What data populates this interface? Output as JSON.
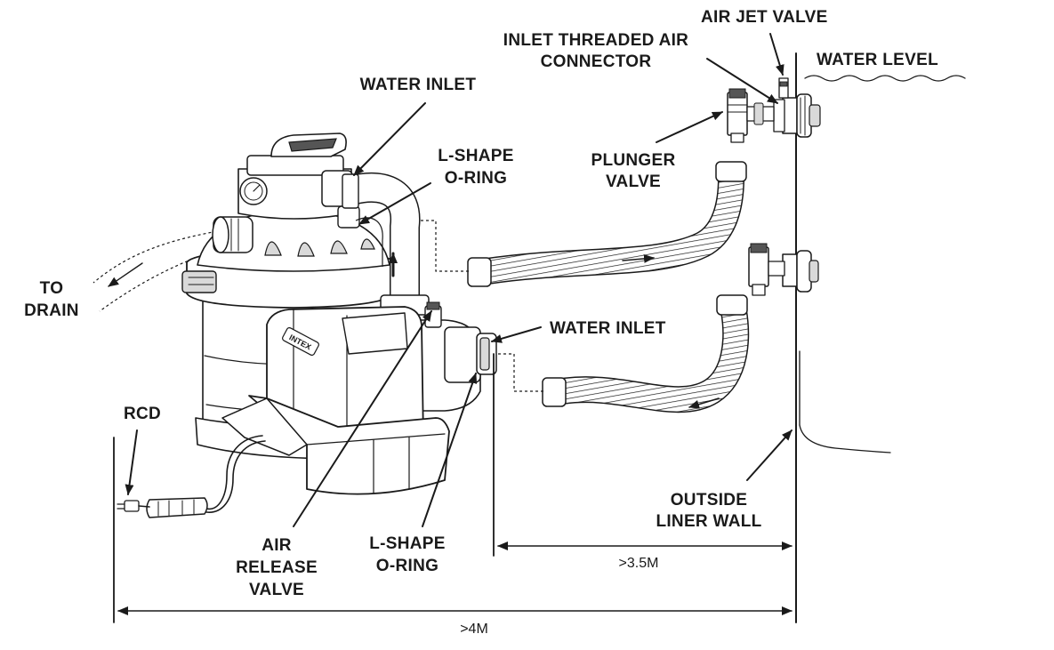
{
  "labels": {
    "air_jet_valve": "AIR JET VALVE",
    "inlet_threaded_air_connector_1": "INLET THREADED AIR",
    "inlet_threaded_air_connector_2": "CONNECTOR",
    "water_level": "WATER LEVEL",
    "water_inlet_top": "WATER INLET",
    "l_shape_oring_top_1": "L-SHAPE",
    "l_shape_oring_top_2": "O-RING",
    "plunger_valve_1": "PLUNGER",
    "plunger_valve_2": "VALVE",
    "to_drain_1": "TO",
    "to_drain_2": "DRAIN",
    "water_inlet_side": "WATER INLET",
    "rcd": "RCD",
    "outside_liner_wall_1": "OUTSIDE",
    "outside_liner_wall_2": "LINER WALL",
    "air_release_valve_1": "AIR",
    "air_release_valve_2": "RELEASE",
    "air_release_valve_3": "VALVE",
    "l_shape_oring_bottom_1": "L-SHAPE",
    "l_shape_oring_bottom_2": "O-RING"
  },
  "dimensions": {
    "pump_to_wall": ">3.5M",
    "rcd_to_wall": ">4M"
  },
  "brand_mark": "INTEX"
}
